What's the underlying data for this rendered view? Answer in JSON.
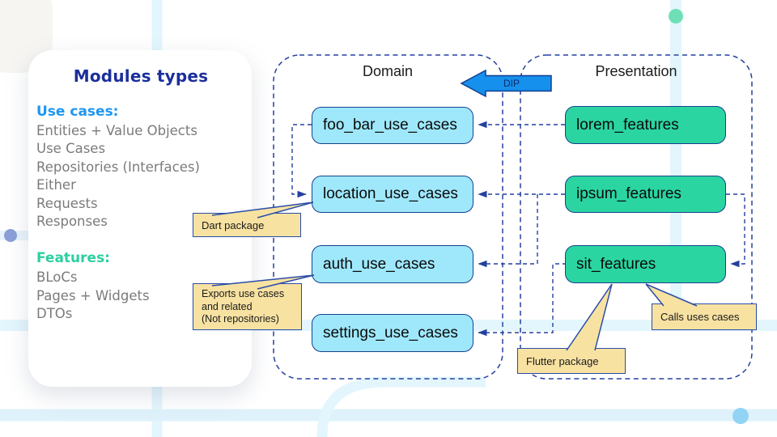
{
  "card": {
    "title": "Modules types",
    "sections": [
      {
        "heading": "Use cases:",
        "heading_color": "#1e96f0",
        "items": [
          "Entities + Value Objects",
          "Use Cases",
          "Repositories (Interfaces)",
          "Either",
          "Requests",
          "Responses"
        ]
      },
      {
        "heading": "Features:",
        "heading_color": "#2bd0a0",
        "items": [
          "BLoCs",
          "Pages + Widgets",
          "DTOs"
        ]
      }
    ]
  },
  "diagram": {
    "dip_label": "DIP",
    "domain": {
      "title": "Domain",
      "boxes": [
        "foo_bar_use_cases",
        "location_use_cases",
        "auth_use_cases",
        "settings_use_cases"
      ]
    },
    "presentation": {
      "title": "Presentation",
      "boxes": [
        "lorem_features",
        "ipsum_features",
        "sit_features"
      ]
    },
    "callouts": [
      {
        "text": "Dart package"
      },
      {
        "lines": [
          "Exports use cases",
          "and related",
          "(Not repositories)"
        ]
      },
      {
        "text": "Flutter package"
      },
      {
        "text": "Calls uses cases"
      }
    ]
  },
  "colors": {
    "use_case_box_fill": "#9fe8fc",
    "feature_box_fill": "#2bd5a1",
    "box_border": "#16418f",
    "dashed_line": "#24409f",
    "dip_arrow_fill": "#1590ec",
    "callout_fill": "#f8e2a2",
    "card_title": "#1c2f9c",
    "use_cases_heading": "#1e96f0",
    "features_heading": "#2bd0a0",
    "muted_text": "#7b7b7b"
  }
}
